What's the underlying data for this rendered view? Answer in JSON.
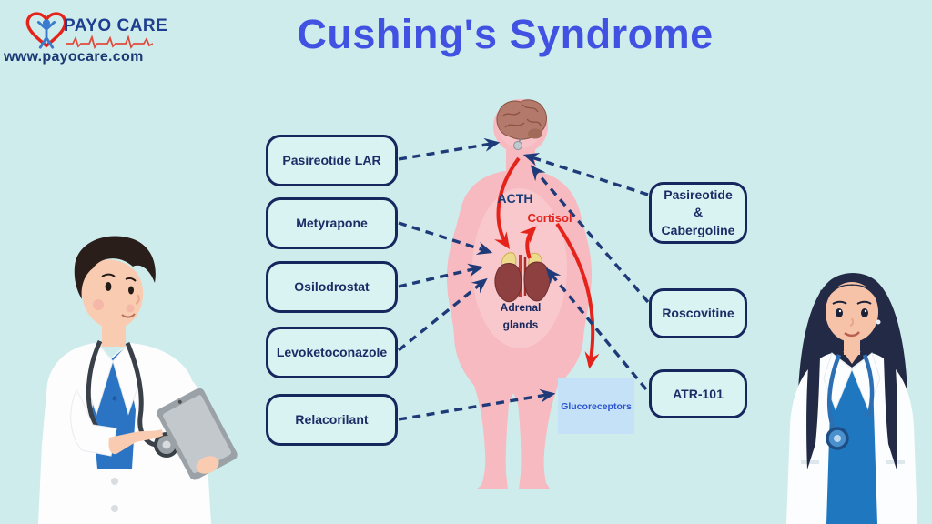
{
  "brand": {
    "name": "PAYO CARE",
    "website": "www.payocare.com"
  },
  "title": "Cushing's Syndrome",
  "medications": {
    "left": [
      "Pasireotide LAR",
      "Metyrapone",
      "Osilodrostat",
      "Levoketoconazole",
      "Relacorilant"
    ],
    "right": [
      "Pasireotide\n&\nCabergoline",
      "Roscovitine",
      "ATR-101"
    ]
  },
  "anatomy_labels": {
    "acth": "ACTH",
    "cortisol": "Cortisol",
    "adrenal_glands": "Adrenal\nglands",
    "glucoreceptors": "Glucoreceptors"
  },
  "colors": {
    "background": "#cfecec",
    "title_blue": "#4152e2",
    "navy": "#16275e",
    "arrow_red": "#e5231b",
    "body_pink": "#f7bac1",
    "glucoreceptors_blue": "#2b55cf"
  }
}
